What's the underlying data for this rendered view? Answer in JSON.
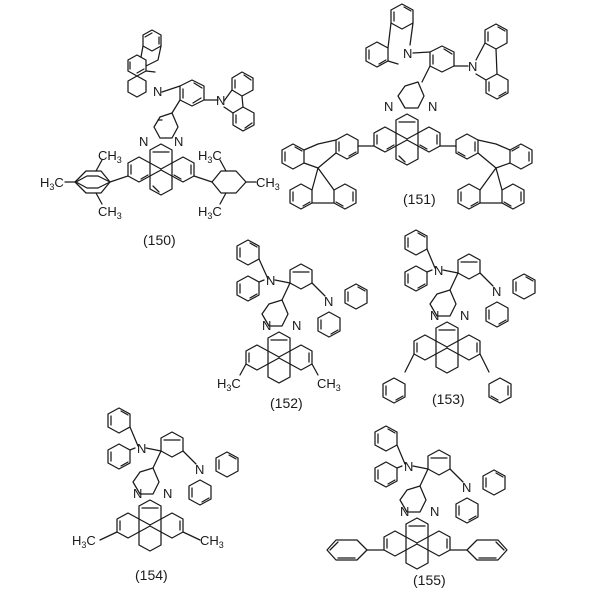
{
  "figure": {
    "type": "chemical-structures",
    "background": "#ffffff",
    "line_color": "#1a1a1a"
  },
  "compounds": [
    {
      "id": "150",
      "label": "(150)",
      "core": "dibenzo[f,h]quinoxaline",
      "linker": "3,5-bis(carbazol-9-yl)phenyl",
      "substituents": "2,4,6-trimethylphenyl (mesityl) x2",
      "atoms": {
        "n": "N",
        "ch3": "CH",
        "h3c": "H",
        "c": "C",
        "three": "3"
      }
    },
    {
      "id": "151",
      "label": "(151)",
      "core": "dibenzo[f,h]quinoxaline",
      "linker": "3,5-bis(carbazol-9-yl)phenyl",
      "substituents": "9,9'-spirobifluorene x2"
    },
    {
      "id": "152",
      "label": "(152)",
      "core": "dibenzo[f,h]quinoxaline",
      "linker": "2,6-bis(carbazol-9-yl)phenyl",
      "substituents": "methyl x2 (inner positions)"
    },
    {
      "id": "153",
      "label": "(153)",
      "core": "dibenzo[f,h]quinoxaline",
      "linker": "2,6-bis(carbazol-9-yl)phenyl",
      "substituents": "phenyl x2 (inner positions)"
    },
    {
      "id": "154",
      "label": "(154)",
      "core": "dibenzo[f,h]quinoxaline",
      "linker": "2,6-bis(carbazol-9-yl)phenyl",
      "substituents": "methyl x2 (outer positions)"
    },
    {
      "id": "155",
      "label": "(155)",
      "core": "dibenzo[f,h]quinoxaline",
      "linker": "2,6-bis(carbazol-9-yl)phenyl",
      "substituents": "phenyl x2 (outer positions)"
    }
  ],
  "atoms": {
    "N": "N",
    "CH": "CH",
    "H": "H",
    "C": "C",
    "three": "3"
  }
}
